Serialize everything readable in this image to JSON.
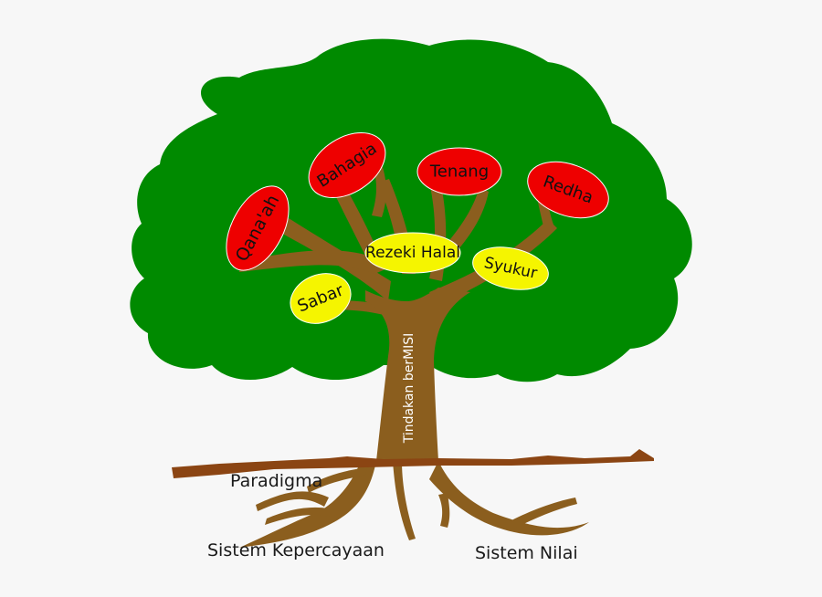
{
  "colors": {
    "canopy": "#008a00",
    "wood": "#8b5e1e",
    "soil": "#8b4513",
    "red_fruit": "#ee0000",
    "yellow_fruit": "#f5f500",
    "fruit_text": "#111111",
    "trunk_text": "#ffffff"
  },
  "fruits": {
    "qanaah": "Qana'ah",
    "bahagia": "Bahagia",
    "tenang": "Tenang",
    "redha": "Redha",
    "rezeki_halal": "Rezeki Halal",
    "syukur": "Syukur",
    "sabar": "Sabar"
  },
  "trunk_label": "Tindakan berMISI",
  "roots": {
    "paradigma": "Paradigma",
    "sistem_kepercayaan": "Sistem Kepercayaan",
    "sistem_nilai": "Sistem Nilai"
  }
}
